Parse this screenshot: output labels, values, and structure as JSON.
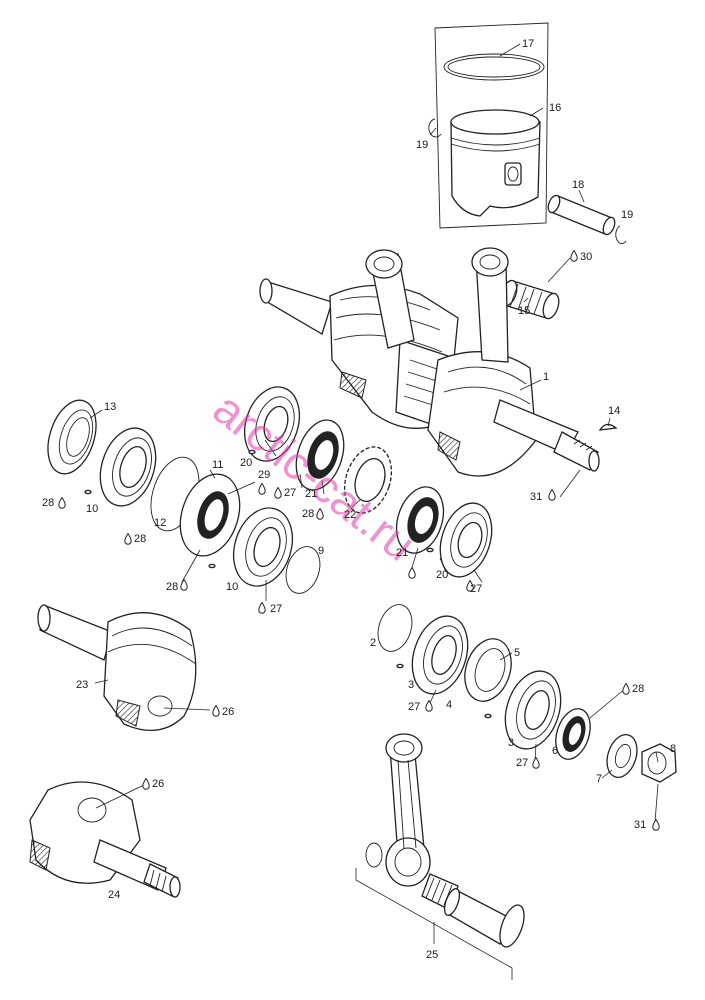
{
  "watermark": "arctic-cat.ru",
  "colors": {
    "line": "#222222",
    "watermark": "#e23aa8",
    "background": "#ffffff"
  },
  "icons": {
    "grease": "grease-drop-icon"
  },
  "labels": {
    "l17": "17",
    "l16": "16",
    "l19a": "19",
    "l18": "18",
    "l19b": "19",
    "l30": "30",
    "l15": "15",
    "l1": "1",
    "l14": "14",
    "l31a": "31",
    "l13": "13",
    "l28a": "28",
    "l10a": "10",
    "l28b": "28",
    "l11": "11",
    "l12": "12",
    "l29": "29",
    "l20a": "20",
    "l27a": "27",
    "l21a": "21",
    "l28c": "28",
    "l22": "22",
    "l28d": "28",
    "l10b": "10",
    "l27b": "27",
    "l9": "9",
    "l21b": "21",
    "l20b": "20",
    "l27c": "27",
    "l2": "2",
    "l5": "5",
    "l3a": "3",
    "l27d": "27",
    "l4": "4",
    "l28e": "28",
    "l3b": "3",
    "l27e": "27",
    "l6": "6",
    "l8": "8",
    "l7": "7",
    "l31b": "31",
    "l23": "23",
    "l26a": "26",
    "l26b": "26",
    "l24": "24",
    "l25": "25"
  }
}
